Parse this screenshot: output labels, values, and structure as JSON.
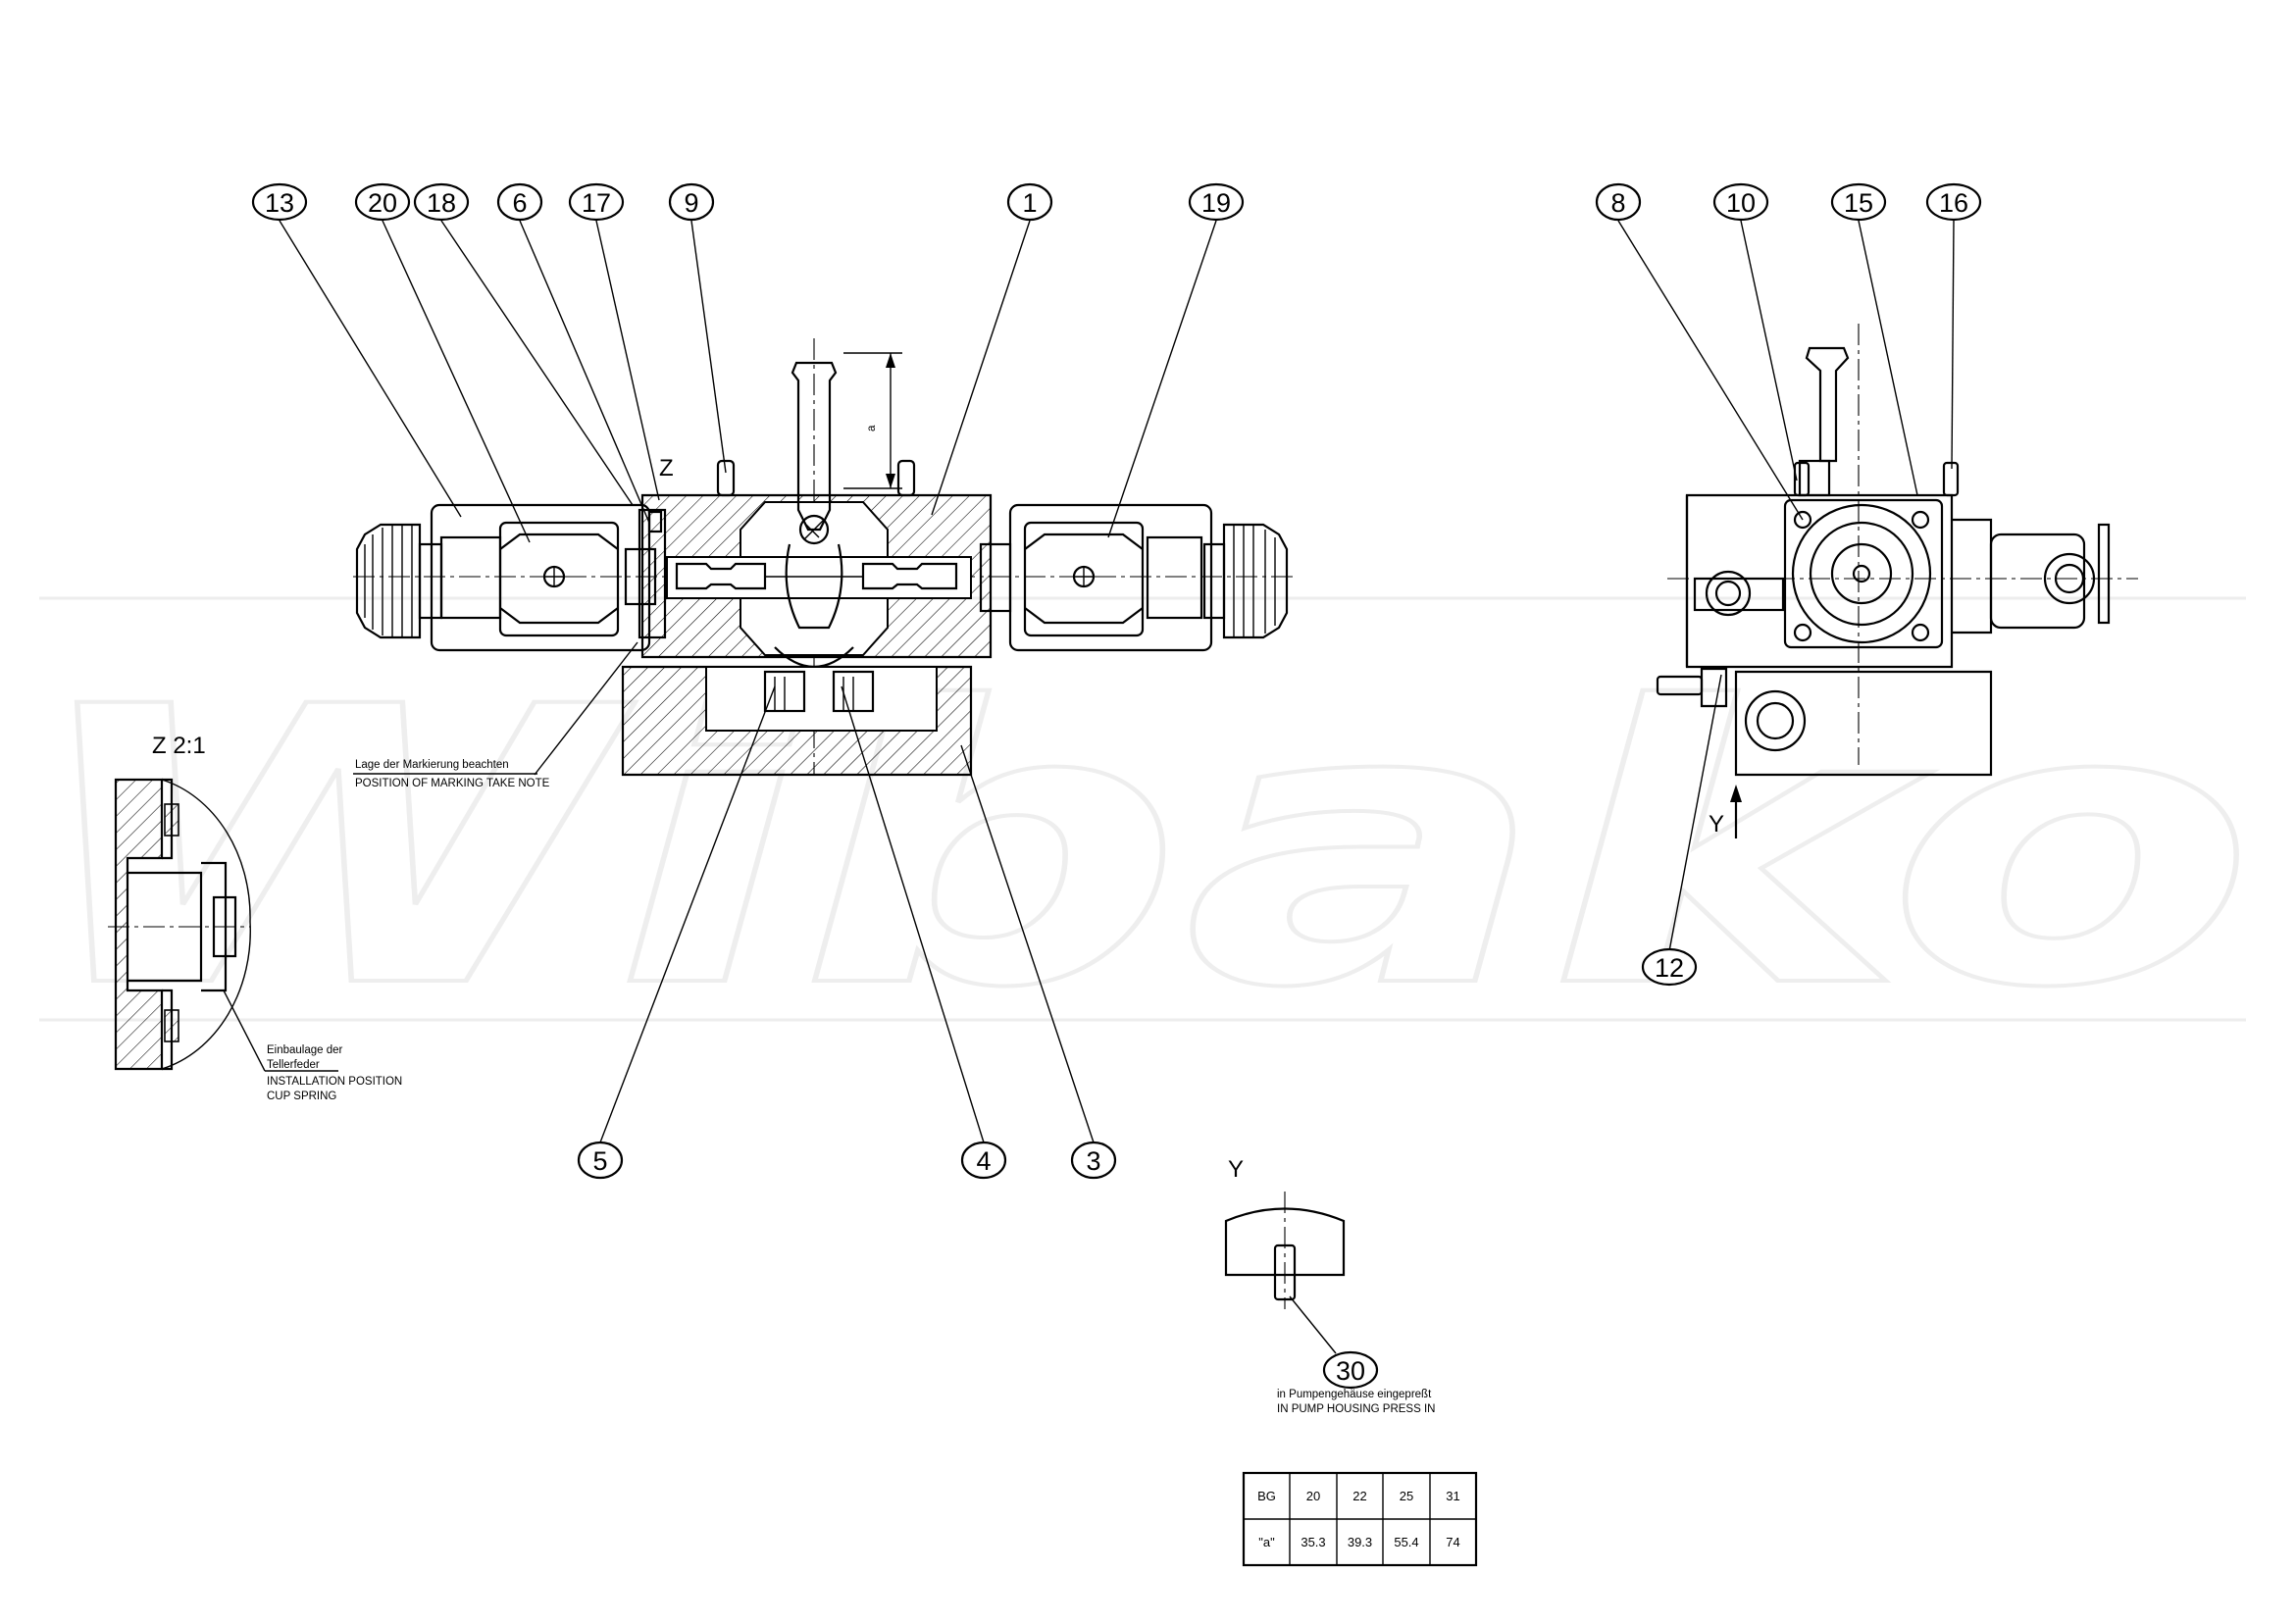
{
  "watermark": {
    "text": "Wibako"
  },
  "callouts": {
    "c13": "13",
    "c20": "20",
    "c18": "18",
    "c6": "6",
    "c17": "17",
    "c9": "9",
    "c1": "1",
    "c19": "19",
    "c8": "8",
    "c10": "10",
    "c15": "15",
    "c16": "16",
    "c12": "12",
    "c5": "5",
    "c4": "4",
    "c3": "3",
    "c30": "30"
  },
  "labels": {
    "section_z": "Z",
    "detail_z": "Z 2:1",
    "view_y_arrow": "Y",
    "view_y_title": "Y",
    "dim_a": "a"
  },
  "notes": {
    "marking_de": "Lage der Markierung beachten",
    "marking_en": "POSITION OF MARKING TAKE NOTE",
    "spring_de_1": "Einbaulage der",
    "spring_de_2": "Tellerfeder",
    "spring_en_1": "INSTALLATION POSITION",
    "spring_en_2": "CUP SPRING",
    "press_de": "in Pumpengehäuse eingepreßt",
    "press_en": "IN PUMP HOUSING PRESS IN"
  },
  "table": {
    "rows": [
      [
        "BG",
        "20",
        "22",
        "25",
        "31"
      ],
      [
        "\"a\"",
        "35.3",
        "39.3",
        "55.4",
        "74"
      ]
    ]
  }
}
